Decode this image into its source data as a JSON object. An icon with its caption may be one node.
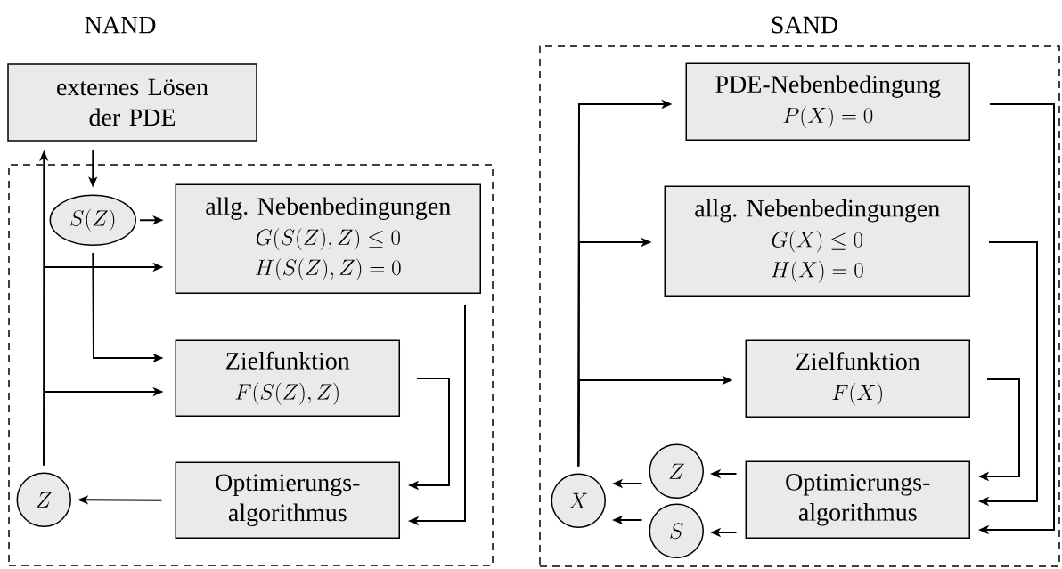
{
  "diagram": {
    "nodes": [
      {
        "text": [],
        "shape": "box"
      },
      {
        "text": [
          "externes Lösen der PDE"
        ]
      },
      {
        "text": [
          "S(Z)"
        ],
        "in": 0
      },
      {
        "text": [
          "allg. Nebenbedingungen",
          "G(S(Z),Z) \\leq 0",
          "H(S(Z),Z) = 0"
        ],
        "in": 0
      },
      {
        "text": [
          "Zielfunktion",
          "F(S(Z),Z)"
        ],
        "in": 0
      },
      {
        "text": [
          "Z"
        ],
        "in": 0
      },
      {
        "text": [
          "Optimierungs-algorithmus"
        ],
        "in": 0
      },
      {
        "text": [],
        "shape": "box"
      },
      {
        "text": [
          "PDE-Nebenbedingung",
          "P(X) = 0"
        ],
        "in": 7
      },
      {
        "text": [
          "allg. Nebenbedingungen",
          "G(X) \\leq 0",
          "H(X) = 0"
        ],
        "in": 7
      },
      {
        "text": [
          "Zielfunktion",
          "F(X)"
        ],
        "in": 7
      },
      {
        "text": [
          "X"
        ],
        "in": 7
      },
      {
        "text": [
          "Z"
        ],
        "in": 7
      },
      {
        "text": [
          "Optimierungs-algorithmus"
        ],
        "in": 7
      },
      {
        "text": [
          "S"
        ],
        "in": 7
      }
    ],
    "edges": [
      {
        "from": 1,
        "to": 2,
        "arrow": "to"
      },
      {
        "from": 5,
        "to": 1,
        "arrow": "to"
      },
      {
        "from": 5,
        "to": 3,
        "arrow": "to"
      },
      {
        "from": 5,
        "to": 4,
        "arrow": "to"
      },
      {
        "from": 2,
        "to": 3,
        "arrow": "to"
      },
      {
        "from": 2,
        "to": 4,
        "arrow": "to"
      },
      {
        "from": 4,
        "to": 6,
        "arrow": "to"
      },
      {
        "from": 3,
        "to": 6,
        "arrow": "to"
      },
      {
        "from": 6,
        "to": 5,
        "arrow": "to"
      },
      {
        "from": 11,
        "to": 8,
        "arrow": "to"
      },
      {
        "from": 11,
        "to": 9,
        "arrow": "to"
      },
      {
        "from": 11,
        "to": 10,
        "arrow": "to"
      },
      {
        "from": 8,
        "to": 13,
        "arrow": "to"
      },
      {
        "from": 9,
        "to": 13,
        "arrow": "to"
      },
      {
        "from": 10,
        "to": 13,
        "arrow": "to"
      },
      {
        "from": 13,
        "to": 12,
        "arrow": "to"
      },
      {
        "from": 13,
        "to": 14,
        "arrow": "to"
      },
      {
        "from": 12,
        "to": 11,
        "arrow": "to"
      },
      {
        "from": 14,
        "to": 11,
        "arrow": "to"
      }
    ],
    "labels": [
      "NAND",
      "SAND"
    ]
  }
}
